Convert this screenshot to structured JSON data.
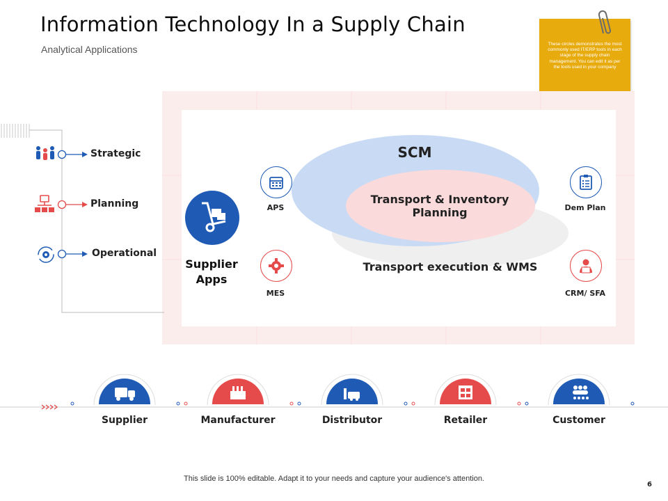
{
  "header": {
    "title": "Information Technology In a Supply Chain",
    "subtitle": "Analytical Applications"
  },
  "sticky_note": {
    "text": "These circles demonstrates the most commonly used IT/ERP tools in each stage of the supply chain management. You can edit it as per the tools used in your company",
    "color": "#E8AB0E"
  },
  "levels": [
    {
      "label": "Strategic",
      "icon": "team-icon"
    },
    {
      "label": "Planning",
      "icon": "org-chart-icon"
    },
    {
      "label": "Operational",
      "icon": "gear-cycle-icon"
    }
  ],
  "diagram": {
    "supplier_apps": {
      "label_line1": "Supplier",
      "label_line2": "Apps",
      "icon": "hand-truck-icon"
    },
    "scm": "SCM",
    "transport_inventory_line1": "Transport & Inventory",
    "transport_inventory_line2": "Planning",
    "transport_execution": "Transport execution & WMS",
    "tools": [
      {
        "label": "APS",
        "icon": "calendar-icon"
      },
      {
        "label": "MES",
        "icon": "gear-icon"
      },
      {
        "label": "Dem Plan",
        "icon": "checklist-icon"
      },
      {
        "label": "CRM/ SFA",
        "icon": "support-agent-icon"
      }
    ]
  },
  "stages": [
    {
      "label": "Supplier",
      "icon": "truck-icon"
    },
    {
      "label": "Manufacturer",
      "icon": "factory-icon"
    },
    {
      "label": "Distributor",
      "icon": "delivery-icon"
    },
    {
      "label": "Retailer",
      "icon": "store-icon"
    },
    {
      "label": "Customer",
      "icon": "customers-icon"
    }
  ],
  "colors": {
    "blue": "#1F5BB5",
    "red": "#E54B4B",
    "scm_ellipse": "#C9DBF4",
    "planning_ellipse": "#FADADA",
    "wms_ellipse": "#EFEFEF",
    "frame": "#FCEDED"
  },
  "footer": {
    "text": "This slide is 100% editable. Adapt it to your needs and capture your audience's attention.",
    "page": "6"
  }
}
